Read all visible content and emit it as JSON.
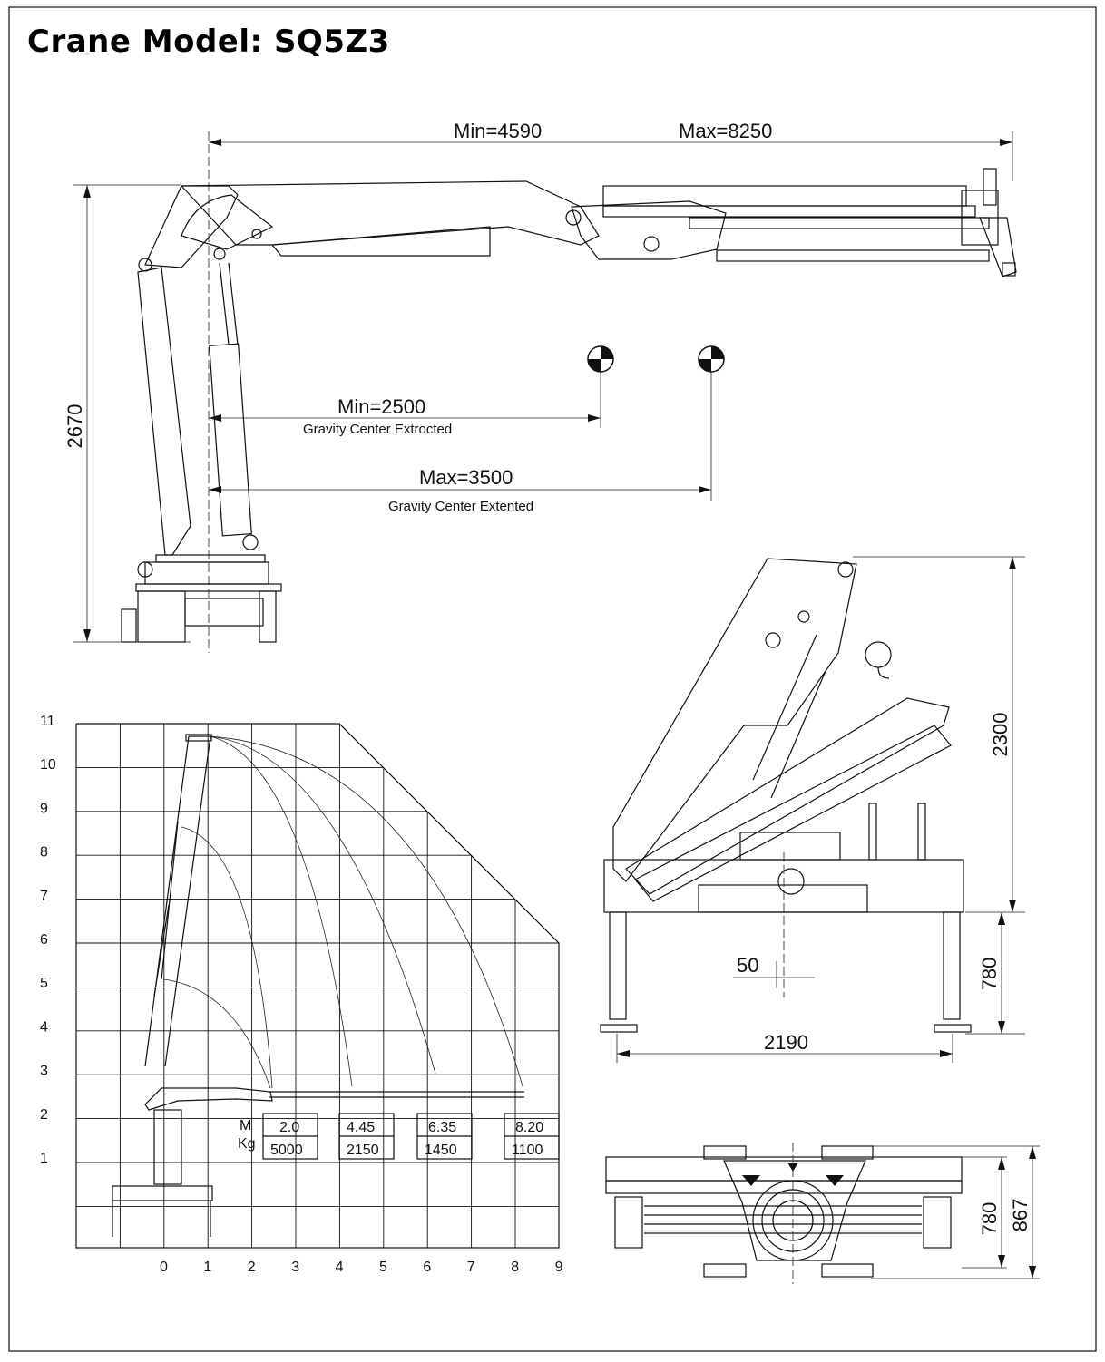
{
  "title": "Crane Model: SQ5Z3",
  "side_view": {
    "reach_min": "Min=4590",
    "reach_max": "Max=8250",
    "height": "2670",
    "gc_min": "Min=2500",
    "gc_min_caption": "Gravity Center Extrocted",
    "gc_max": "Max=3500",
    "gc_max_caption": "Gravity Center Extented"
  },
  "front_view": {
    "height": "2300",
    "leg_height": "780",
    "offset": "50",
    "width": "2190"
  },
  "top_view": {
    "dim_inner": "780",
    "dim_outer": "867"
  },
  "load_chart": {
    "y_ticks": [
      "11",
      "10",
      "9",
      "8",
      "7",
      "6",
      "5",
      "4",
      "3",
      "2",
      "1"
    ],
    "x_ticks": [
      "0",
      "1",
      "2",
      "3",
      "4",
      "5",
      "6",
      "7",
      "8",
      "9"
    ],
    "row_labels": [
      "M",
      "Kg"
    ],
    "distances": [
      "2.0",
      "4.45",
      "6.35",
      "8.20"
    ],
    "loads": [
      "5000",
      "2150",
      "1450",
      "1100"
    ]
  }
}
